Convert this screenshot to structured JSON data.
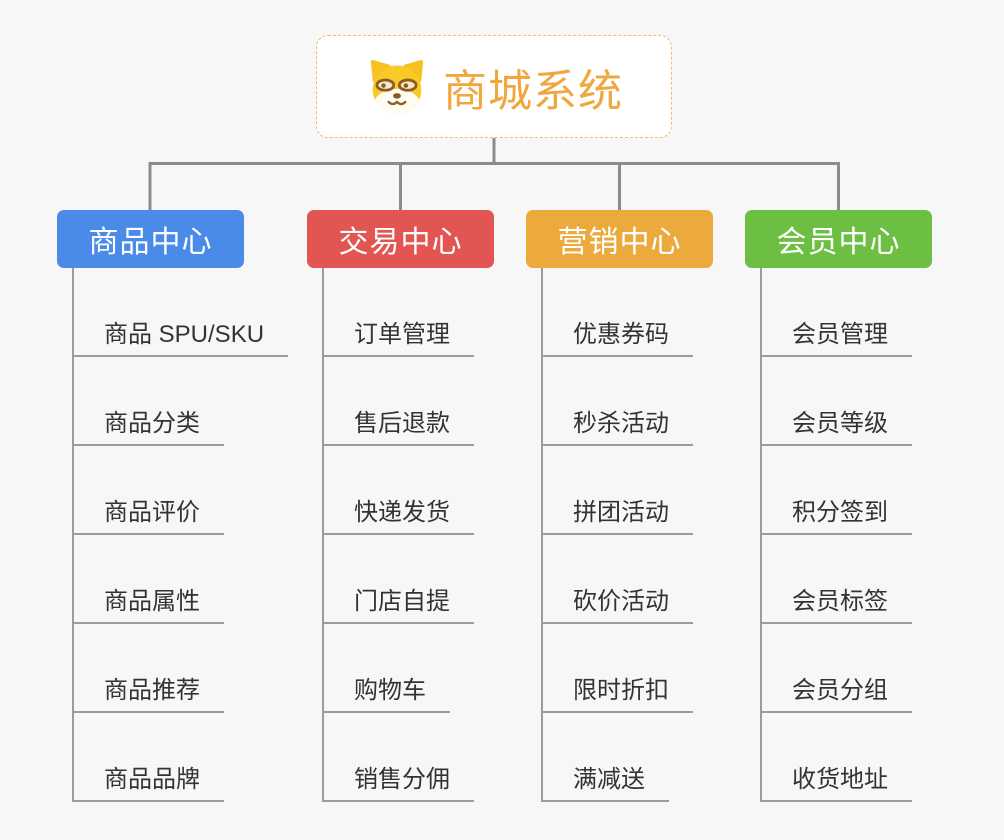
{
  "root": {
    "title": "商城系统",
    "icon": "dog-face"
  },
  "branches": [
    {
      "label": "商品中心",
      "color": "#4a8bea",
      "items": [
        "商品 SPU/SKU",
        "商品分类",
        "商品评价",
        "商品属性",
        "商品推荐",
        "商品品牌"
      ]
    },
    {
      "label": "交易中心",
      "color": "#e25552",
      "items": [
        "订单管理",
        "售后退款",
        "快递发货",
        "门店自提",
        "购物车",
        "销售分佣"
      ]
    },
    {
      "label": "营销中心",
      "color": "#ecaa3d",
      "items": [
        "优惠券码",
        "秒杀活动",
        "拼团活动",
        "砍价活动",
        "限时折扣",
        "满减送"
      ]
    },
    {
      "label": "会员中心",
      "color": "#6dbf43",
      "items": [
        "会员管理",
        "会员等级",
        "积分签到",
        "会员标签",
        "会员分组",
        "收货地址"
      ]
    }
  ],
  "colors": {
    "title_text": "#efa73e",
    "root_border": "#efbb6e",
    "connector_line": "#8c8c8c",
    "leaf_line": "#9c9c9c",
    "leaf_text": "#333333",
    "background": "#f7f7f7"
  }
}
